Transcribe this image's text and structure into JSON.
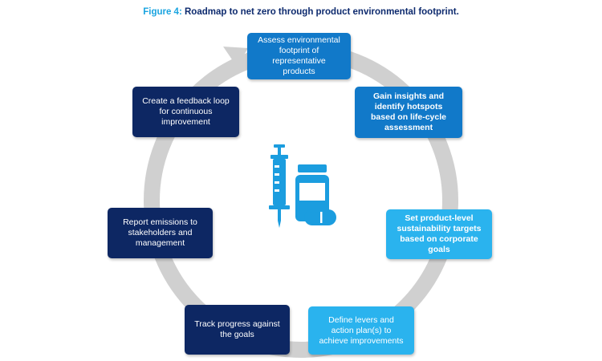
{
  "caption": {
    "label": "Figure 4:",
    "text": "Roadmap to net zero through product environmental footprint."
  },
  "colors": {
    "ring": "#d0d0d0",
    "dark_navy": "#0d2763",
    "royal_blue": "#1179c9",
    "sky_blue": "#2ab3ee",
    "icon_blue": "#1b9ddf",
    "caption_accent": "#1aa4e0"
  },
  "center_icon": "medicine-icon",
  "steps": [
    {
      "text": "Assess environmental footprint of representative products",
      "color": "#1179c9",
      "bold": false
    },
    {
      "text": "Gain insights and identify hotspots based on life-cycle assessment",
      "color": "#1179c9",
      "bold": true
    },
    {
      "text": "Set product-level sustainability targets based on corporate goals",
      "color": "#2ab3ee",
      "bold": true
    },
    {
      "text": "Define levers and action plan(s) to achieve improvements",
      "color": "#2ab3ee",
      "bold": false
    },
    {
      "text": "Track progress against the goals",
      "color": "#0d2763",
      "bold": false
    },
    {
      "text": "Report emissions to stakeholders and management",
      "color": "#0d2763",
      "bold": false
    },
    {
      "text": "Create a feedback loop for continuous improvement",
      "color": "#0d2763",
      "bold": false
    }
  ]
}
